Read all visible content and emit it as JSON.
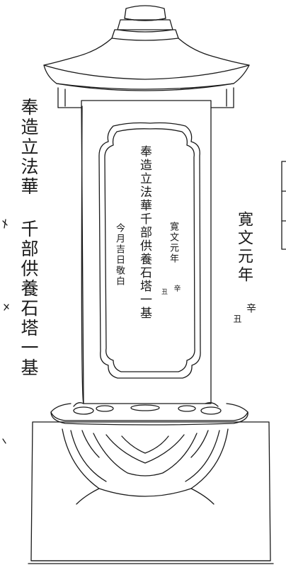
{
  "inscriptions": {
    "left_main": "奉造立法華 千部供養石塔一基",
    "right_year": "寛文元年",
    "right_zodiac": "辛",
    "right_kan": "丑",
    "panel_main": "奉造立法華千部供養石塔一基",
    "panel_year": "寛文元年",
    "panel_zodiac": "辛",
    "panel_kan": "丑",
    "panel_date": "今月吉日敬白"
  },
  "colors": {
    "line": "#1a1a1a",
    "background": "#ffffff"
  }
}
